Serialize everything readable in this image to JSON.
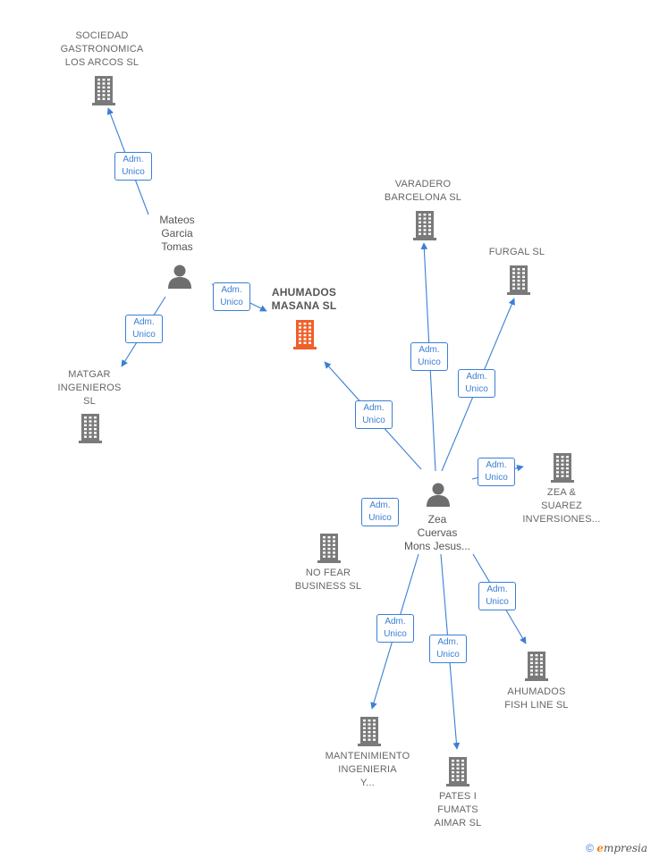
{
  "nodes": {
    "sociedad": "SOCIEDAD\nGASTRONOMICA\nLOS ARCOS SL",
    "mateos": "Mateos\nGarcia\nTomas",
    "ahumados_masana": "AHUMADOS\nMASANA  SL",
    "matgar": "MATGAR\nINGENIEROS\nSL",
    "varadero": "VARADERO\nBARCELONA SL",
    "furgal": "FURGAL  SL",
    "zea_suarez": "ZEA &\nSUAREZ\nINVERSIONES...",
    "zea_cuervas": "Zea\nCuervas\nMons Jesus...",
    "no_fear": "NO FEAR\nBUSINESS SL",
    "ahumados_fish": "AHUMADOS\nFISH LINE  SL",
    "mantenimiento": "MANTENIMIENTO\nINGENIERIA\nY...",
    "pates": "PATES I\nFUMATS\nAIMAR  SL"
  },
  "edge_label": "Adm.\nUnico",
  "colors": {
    "edge": "#3b7fd4",
    "building": "#7a7a7a",
    "focus_building": "#f0602a",
    "person": "#6e6e6e"
  },
  "footer": {
    "copyright": "©",
    "brand_initial": "e",
    "brand_rest": "mpresia"
  }
}
